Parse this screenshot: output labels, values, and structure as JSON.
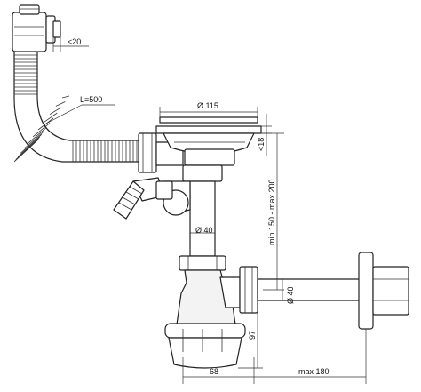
{
  "labels": {
    "lt20": "<20",
    "hose_length": "L=500",
    "d115": "Ø 115",
    "lt18": "<18",
    "d40_mid": "Ø 40",
    "d40_side": "Ø 40",
    "min_max": "min 150 - max 200",
    "h97": "97",
    "w68": "68",
    "max180": "max 180"
  }
}
